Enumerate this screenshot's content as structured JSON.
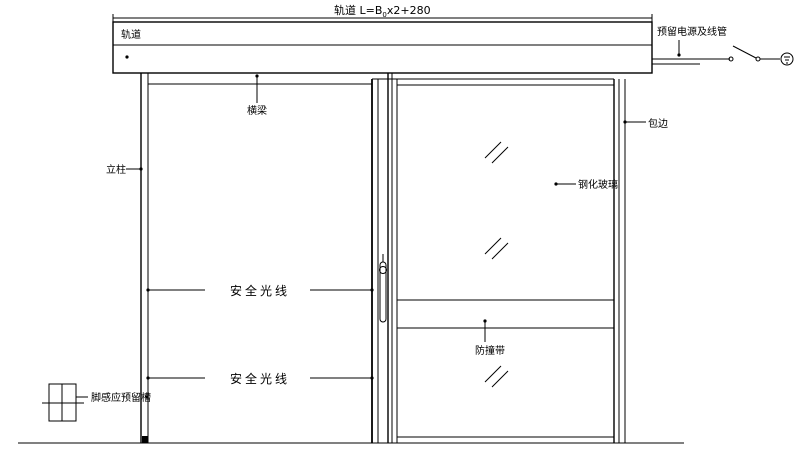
{
  "labels": {
    "track_length": "轨道 L=B",
    "track_length_sub": "0",
    "track_length_tail": "x2+280",
    "track": "轨道",
    "power": "预留电源及线管",
    "beam": "横梁",
    "post": "立柱",
    "edging": "包边",
    "glass": "钢化玻璃",
    "safety_beam_upper": "安全光线",
    "safety_beam_lower": "安全光线",
    "guard_strip": "防撞带",
    "foot_sensor": "脚感应预留槽"
  }
}
